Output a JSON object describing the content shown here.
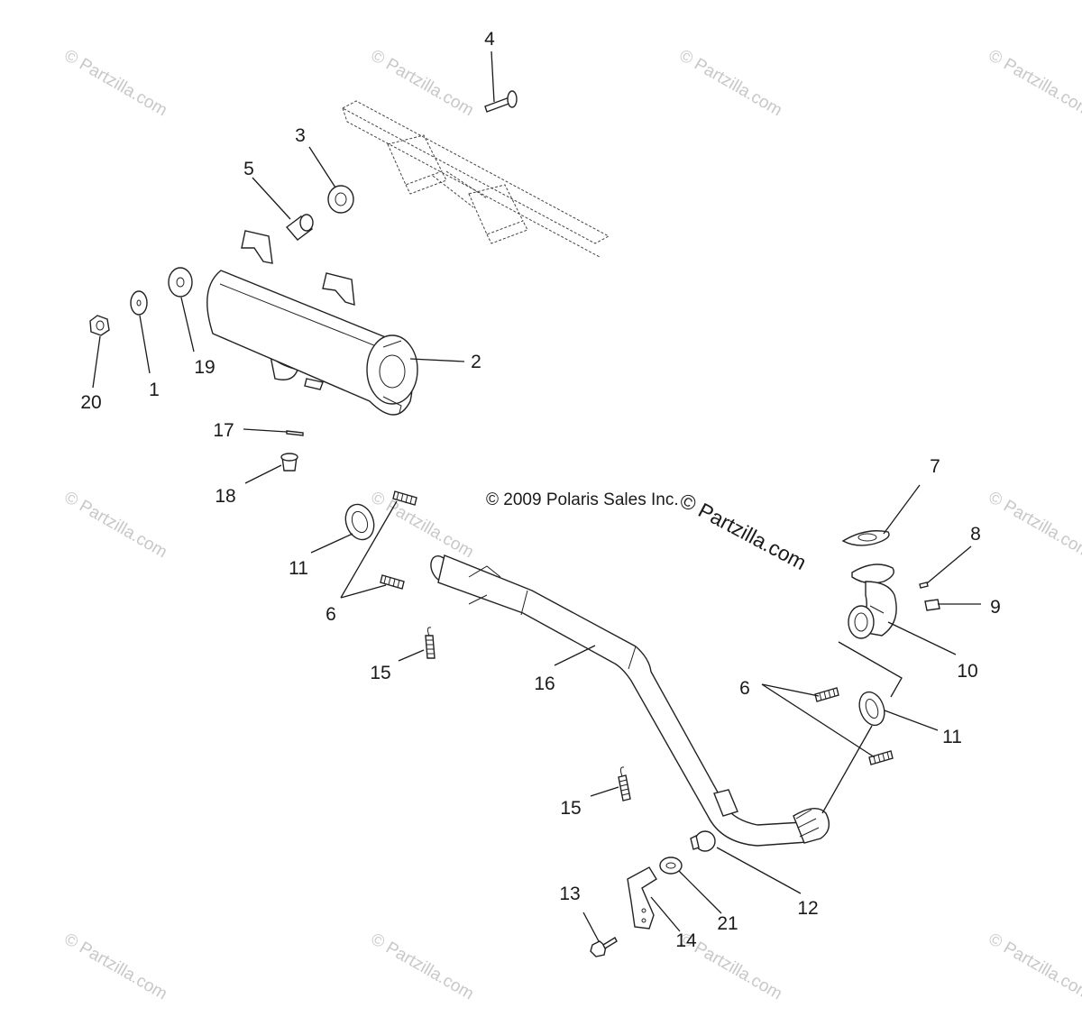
{
  "copyright_notice": "© 2009 Polaris Sales Inc.",
  "brand_overlay": "© Partzilla.com",
  "watermark_text": "© Partzilla.com",
  "callouts": {
    "c1": "1",
    "c2": "2",
    "c3": "3",
    "c4": "4",
    "c5": "5",
    "c6a": "6",
    "c6b": "6",
    "c7": "7",
    "c8": "8",
    "c9": "9",
    "c10": "10",
    "c11a": "11",
    "c11b": "11",
    "c12": "12",
    "c13": "13",
    "c14": "14",
    "c15a": "15",
    "c15b": "15",
    "c16": "16",
    "c17": "17",
    "c18": "18",
    "c19": "19",
    "c20": "20",
    "c21": "21"
  },
  "colors": {
    "line": "#222222",
    "watermark": "#c8c8c8",
    "background": "#ffffff"
  }
}
